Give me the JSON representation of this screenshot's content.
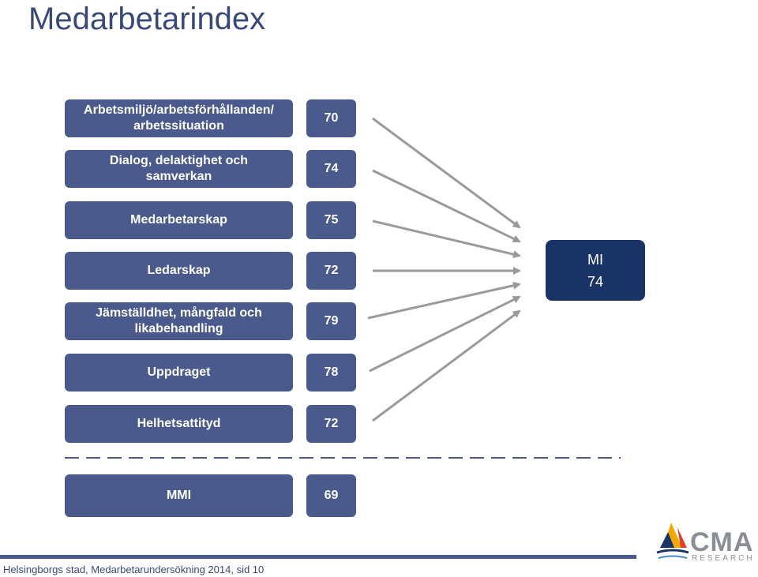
{
  "title": "Medarbetarindex",
  "rows": [
    {
      "label_line1": "Arbetsmiljö/arbetsförhållanden/",
      "label_line2": "arbetssituation",
      "value": "70"
    },
    {
      "label_line1": "Dialog, delaktighet och",
      "label_line2": "samverkan",
      "value": "74"
    },
    {
      "label_line1": "Medarbetarskap",
      "label_line2": "",
      "value": "75"
    },
    {
      "label_line1": "Ledarskap",
      "label_line2": "",
      "value": "72"
    },
    {
      "label_line1": "Jämställdhet, mångfald och",
      "label_line2": "likabehandling",
      "value": "79"
    },
    {
      "label_line1": "Uppdraget",
      "label_line2": "",
      "value": "78"
    },
    {
      "label_line1": "Helhetsattityd",
      "label_line2": "",
      "value": "72"
    }
  ],
  "mmi": {
    "label": "MMI",
    "value": "69"
  },
  "mi": {
    "label": "MI",
    "value": "74"
  },
  "footer": "Helsingborgs stad, Medarbetarundersökning 2014, sid 10",
  "logo": {
    "name": "CMA",
    "sub": "RESEARCH"
  },
  "colors": {
    "box": "#4a5a8c",
    "mi_box": "#1b3468",
    "arrow": "#9a9a9a",
    "title": "#3a4a78"
  }
}
